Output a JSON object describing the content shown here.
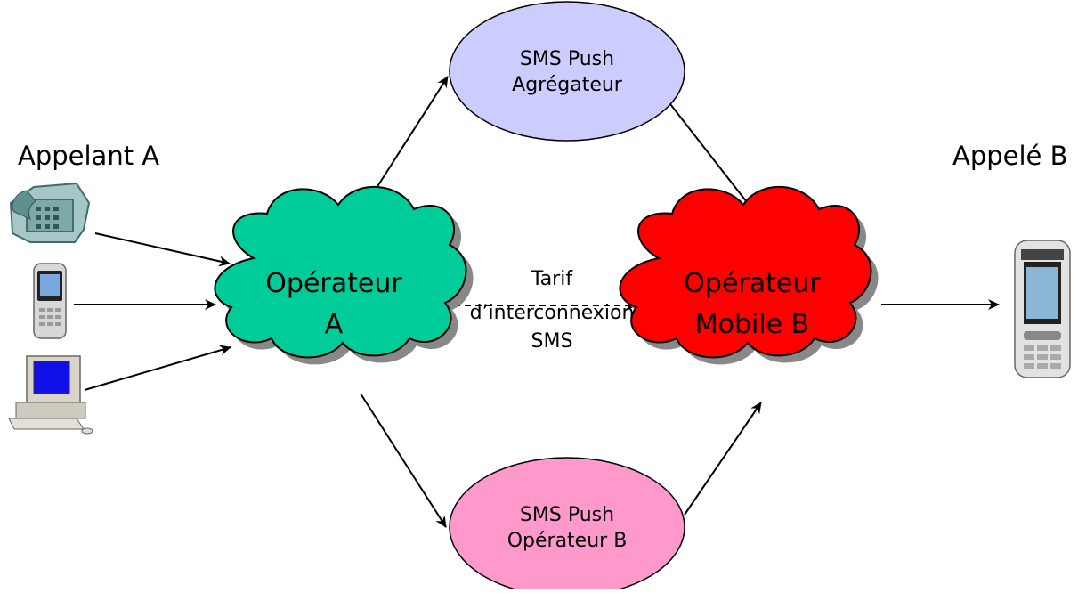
{
  "left_party": {
    "label": "Appelant A"
  },
  "right_party": {
    "label": "Appelé B"
  },
  "operator_a": {
    "line1": "Opérateur",
    "line2": "A",
    "color": "#00CC99"
  },
  "operator_b": {
    "line1": "Opérateur",
    "line2": "Mobile B",
    "color": "#FF0000"
  },
  "aggregator": {
    "line1": "SMS Push",
    "line2": "Agrégateur",
    "color": "#CCCCFF"
  },
  "push_operator_b": {
    "line1": "SMS Push",
    "line2": "Opérateur B",
    "color": "#FF99CC"
  },
  "interconnect_edge": {
    "line1": "Tarif",
    "line2": "d’interconnexion",
    "line3": "SMS"
  },
  "devices": {
    "caller": [
      "desk-phone-icon",
      "mobile-phone-icon",
      "desktop-computer-icon"
    ],
    "callee": "mobile-phone-icon"
  }
}
